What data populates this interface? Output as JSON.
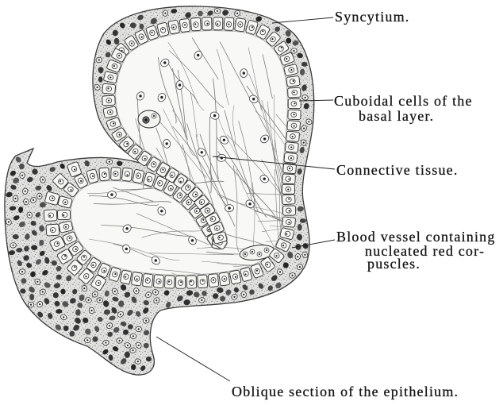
{
  "labels": {
    "syncytium": "Syncytium.",
    "cuboidal_line1": "Cuboidal cells of the",
    "cuboidal_line2": "basal layer.",
    "connective": "Connective tissue.",
    "blood_line1": "Blood vessel containing",
    "blood_line2": "nucleated red cor-",
    "blood_line3": "puscles.",
    "oblique": "Oblique section of the epithelium."
  }
}
